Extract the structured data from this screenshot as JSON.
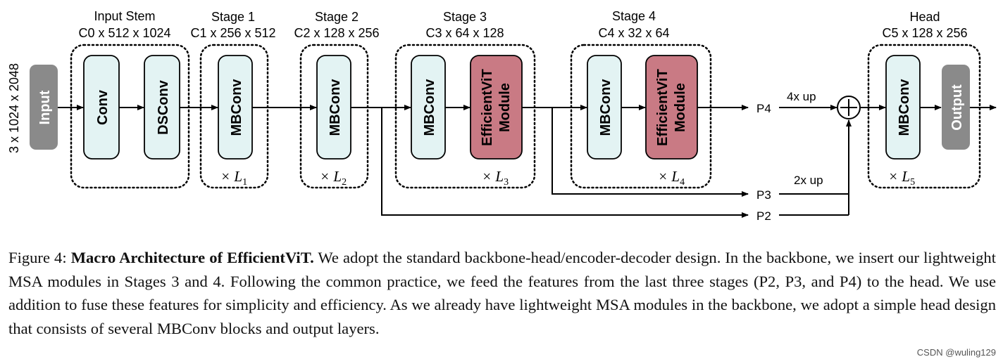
{
  "stages": {
    "input_stem": {
      "title": "Input Stem",
      "dims": "C0 x 512 x 1024"
    },
    "stage1": {
      "title": "Stage 1",
      "dims": "C1 x 256 x 512"
    },
    "stage2": {
      "title": "Stage 2",
      "dims": "C2 x 128 x 256"
    },
    "stage3": {
      "title": "Stage 3",
      "dims": "C3 x 64 x 128"
    },
    "stage4": {
      "title": "Stage 4",
      "dims": "C4 x 32 x 64"
    },
    "head": {
      "title": "Head",
      "dims": "C5 x 128 x 256"
    }
  },
  "input_dims": "3 x 1024 x 2048",
  "blocks": {
    "input": "Input",
    "conv": "Conv",
    "dsconv": "DSConv",
    "mbconv": "MBConv",
    "efficientvit_line1": "EfficientViT",
    "efficientvit_line2": "Module",
    "output": "Output"
  },
  "repeats": {
    "l1": {
      "sym": "× L",
      "sub": "1"
    },
    "l2": {
      "sym": "× L",
      "sub": "2"
    },
    "l3": {
      "sym": "× L",
      "sub": "3"
    },
    "l4": {
      "sym": "× L",
      "sub": "4"
    },
    "l5": {
      "sym": "× L",
      "sub": "5"
    }
  },
  "features": {
    "p4": "P4",
    "p3": "P3",
    "p2": "P2"
  },
  "upsample": {
    "four": "4x up",
    "two": "2x up"
  },
  "caption": {
    "prefix": "Figure 4: ",
    "bold": "Macro Architecture of EfficientViT.",
    "body": " We adopt the standard backbone-head/encoder-decoder design. In the backbone, we insert our lightweight MSA modules in Stages 3 and 4. Following the common practice, we feed the features from the last three stages (P2, P3, and P4) to the head. We use addition to fuse these features for simplicity and efficiency. As we already have lightweight MSA modules in the backbone, we adopt a simple head design that consists of several MBConv blocks and output layers."
  },
  "watermark": "CSDN @wuling129",
  "colors": {
    "block_fill": "#e3f3f3",
    "vit_fill": "#c97a84",
    "grey_fill": "#8a8a8a"
  }
}
